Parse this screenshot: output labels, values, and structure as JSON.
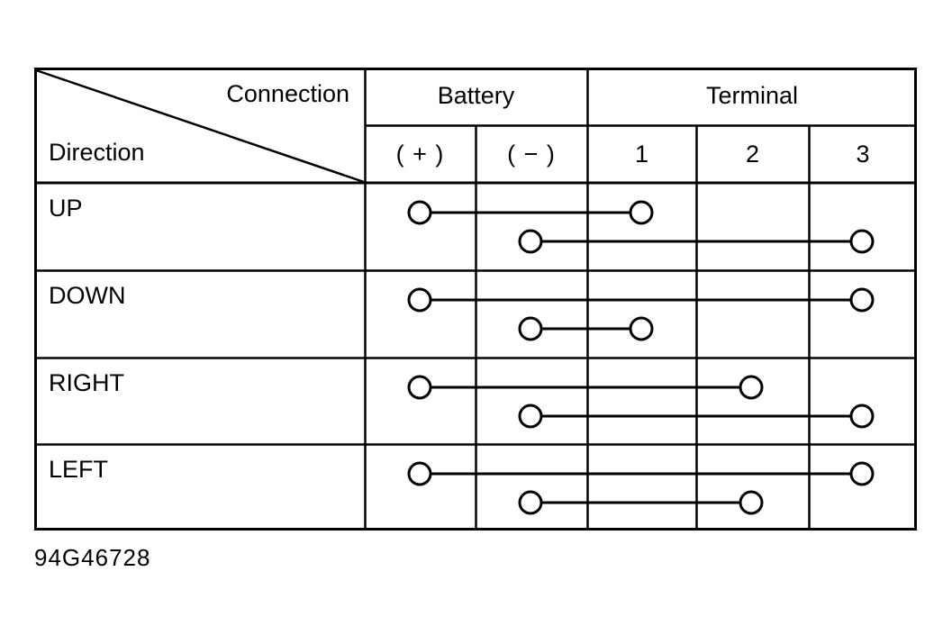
{
  "figure": {
    "code": "94G46728",
    "colors": {
      "ink": "#000000",
      "background": "#ffffff"
    }
  },
  "table": {
    "corner": {
      "top_label": "Connection",
      "bottom_label": "Direction"
    },
    "column_groups": [
      {
        "label": "Battery",
        "columns": [
          "( + )",
          "( − )"
        ]
      },
      {
        "label": "Terminal",
        "columns": [
          "1",
          "2",
          "3"
        ]
      }
    ],
    "rows": [
      {
        "label": "UP",
        "connections": [
          {
            "track": "upper",
            "from": "battery_plus",
            "to": "terminal_1"
          },
          {
            "track": "lower",
            "from": "battery_minus",
            "to": "terminal_3"
          }
        ]
      },
      {
        "label": "DOWN",
        "connections": [
          {
            "track": "upper",
            "from": "battery_plus",
            "to": "terminal_3"
          },
          {
            "track": "lower",
            "from": "battery_minus",
            "to": "terminal_1"
          }
        ]
      },
      {
        "label": "RIGHT",
        "connections": [
          {
            "track": "upper",
            "from": "battery_plus",
            "to": "terminal_2"
          },
          {
            "track": "lower",
            "from": "battery_minus",
            "to": "terminal_3"
          }
        ]
      },
      {
        "label": "LEFT",
        "connections": [
          {
            "track": "upper",
            "from": "battery_plus",
            "to": "terminal_3"
          },
          {
            "track": "lower",
            "from": "battery_minus",
            "to": "terminal_2"
          }
        ]
      }
    ]
  }
}
